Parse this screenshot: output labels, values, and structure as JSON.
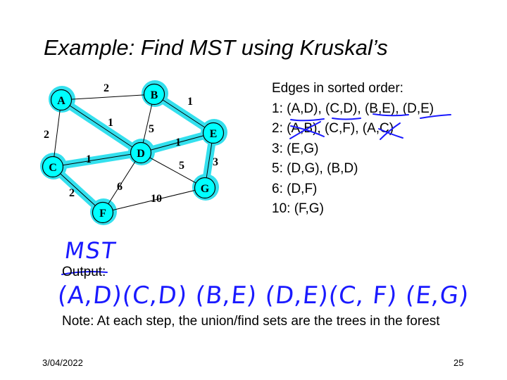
{
  "slide": {
    "title": "Example: Find MST using Kruskal’s",
    "date": "3/04/2022",
    "page_number": "25"
  },
  "edges_list": {
    "heading": "Edges in sorted order:",
    "rows": [
      "1:  (A,D), (C,D), (B,E), (D,E)",
      "2:  (A,B), (C,F), (A,C)",
      "3:  (E,G)",
      "5:  (D,G), (B,D)",
      "6:  (D,F)",
      "10: (F,G)"
    ]
  },
  "graph": {
    "nodes": [
      "A",
      "B",
      "C",
      "D",
      "E",
      "F",
      "G"
    ],
    "edges": [
      {
        "from": "A",
        "to": "B",
        "weight": "2",
        "in_mst": false
      },
      {
        "from": "A",
        "to": "C",
        "weight": "2",
        "in_mst": false
      },
      {
        "from": "A",
        "to": "D",
        "weight": "1",
        "in_mst": true
      },
      {
        "from": "B",
        "to": "D",
        "weight": "5",
        "in_mst": false
      },
      {
        "from": "B",
        "to": "E",
        "weight": "1",
        "in_mst": true
      },
      {
        "from": "C",
        "to": "D",
        "weight": "1",
        "in_mst": true
      },
      {
        "from": "D",
        "to": "E",
        "weight": "1",
        "in_mst": true
      },
      {
        "from": "C",
        "to": "F",
        "weight": "2",
        "in_mst": true
      },
      {
        "from": "D",
        "to": "G",
        "weight": "5",
        "in_mst": false
      },
      {
        "from": "E",
        "to": "G",
        "weight": "3",
        "in_mst": true
      },
      {
        "from": "D",
        "to": "F",
        "weight": "6",
        "in_mst": false
      },
      {
        "from": "F",
        "to": "G",
        "weight": "10",
        "in_mst": false
      }
    ],
    "node_color": "#00ffff",
    "highlight_color": "#33e0ee"
  },
  "output_label": "Output:",
  "handwriting": {
    "mst": "MST",
    "result": "(A,D)(C,D) (B,E) (D,E)(C, F) (E,G)",
    "ink_color": "#1a1aff"
  },
  "note": "Note: At each step, the union/find sets are the trees in the forest"
}
